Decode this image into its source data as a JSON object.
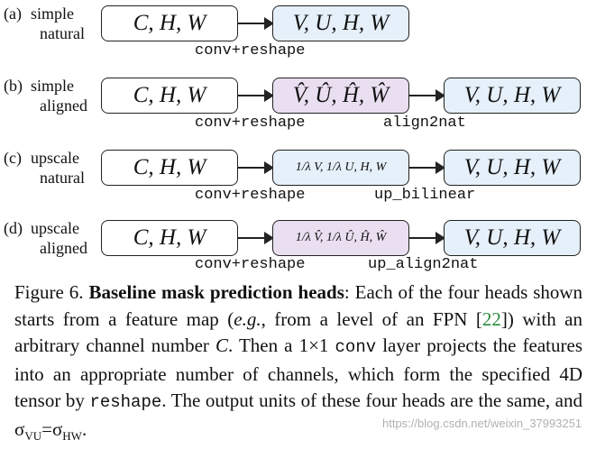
{
  "rows": [
    {
      "tag": "(a)",
      "label_line1": "simple",
      "label_line2": "natural",
      "input_box": "C, H, W",
      "op1": "conv+reshape",
      "mid_box": "",
      "op2": "",
      "output_box": "V, U, H, W"
    },
    {
      "tag": "(b)",
      "label_line1": "simple",
      "label_line2": "aligned",
      "input_box": "C, H, W",
      "op1": "conv+reshape",
      "mid_box": "V̂, Û, Ĥ, Ŵ",
      "op2": "align2nat",
      "output_box": "V, U, H, W"
    },
    {
      "tag": "(c)",
      "label_line1": "upscale",
      "label_line2": "natural",
      "input_box": "C, H, W",
      "op1": "conv+reshape",
      "mid_box": "1/λ V, 1/λ U, H, W",
      "op2": "up_bilinear",
      "output_box": "V, U, H, W"
    },
    {
      "tag": "(d)",
      "label_line1": "upscale",
      "label_line2": "aligned",
      "input_box": "C, H, W",
      "op1": "conv+reshape",
      "mid_box": "1/λ V̂, 1/λ Û, Ĥ, Ŵ",
      "op2": "up_align2nat",
      "output_box": "V, U, H, W"
    }
  ],
  "caption": {
    "figure_label": "Figure 6.",
    "title": "Baseline mask prediction heads",
    "text_1": ": Each of the four heads shown starts from a feature map (",
    "eg": "e.g.",
    "text_2": ", from a level of an FPN [",
    "citation": "22",
    "text_3": "]) with an arbitrary channel number ",
    "channel_symbol": "C",
    "text_4": ". Then a 1×1 ",
    "conv_code": "conv",
    "text_5": " layer projects the features into an appropriate number of channels, which form the specified 4D tensor by ",
    "reshape_code": "reshape",
    "text_6": ". The output units of these four heads are the same, and σ",
    "sub_vu": "VU",
    "text_7": "=σ",
    "sub_hw": "HW",
    "text_8": "."
  },
  "watermark": "https://blog.csdn.net/weixin_37993251",
  "colors": {
    "white_box": "#ffffff",
    "blue_box": "#e6f0fa",
    "purple_box": "#eadff0",
    "citation": "#2a8a3a"
  }
}
